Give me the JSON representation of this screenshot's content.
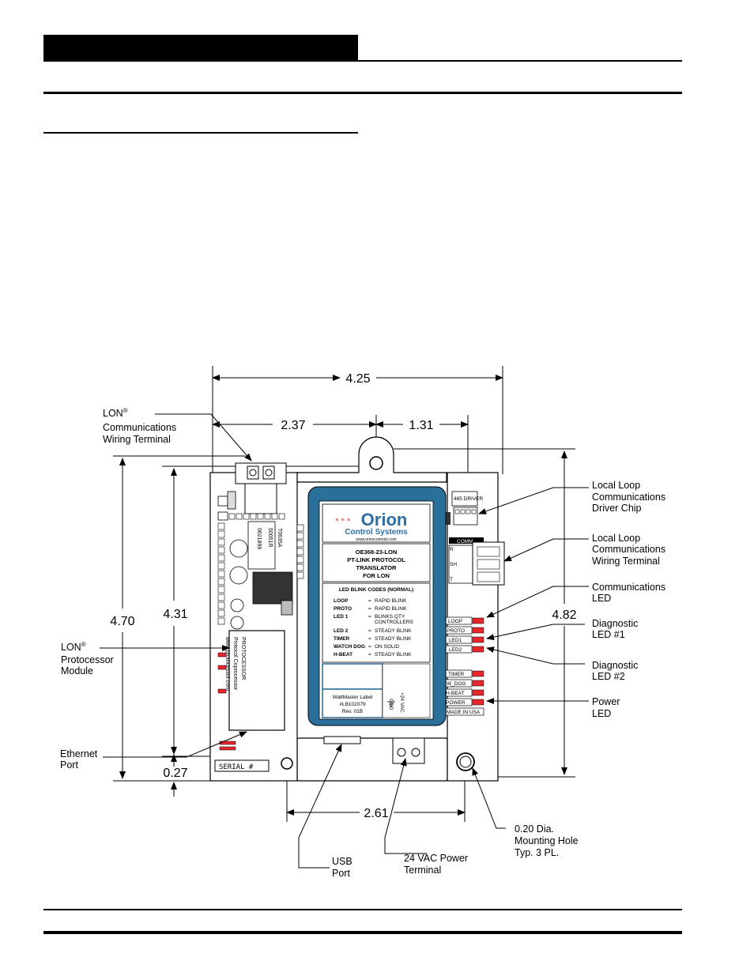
{
  "dimensions": {
    "overall_width": "4.25",
    "to_top_hole": "2.37",
    "hole_offset": "1.31",
    "total_height": "4.70",
    "board_height": "4.31",
    "right_height": "4.82",
    "bottom_offset": "0.27",
    "hole_spacing": "2.61"
  },
  "callouts": {
    "lon_terminal": {
      "l1": "LON",
      "sup": "®",
      "l2": "Communications",
      "l3": "Wiring Terminal"
    },
    "lon_module": {
      "l1": "LON",
      "sup": "®",
      "l2": "Protocessor",
      "l3": "Module"
    },
    "ethernet": {
      "l1": "Ethernet",
      "l2": "Port"
    },
    "usb": {
      "l1": "USB",
      "l2": "Port"
    },
    "vac_terminal": {
      "l1": "24 VAC Power",
      "l2": "Terminal"
    },
    "mounting_hole": {
      "l1": "0.20 Dia.",
      "l2": "Mounting Hole",
      "l3": "Typ. 3 PL."
    },
    "local_loop_driver": {
      "l1": "Local Loop",
      "l2": "Communications",
      "l3": "Driver Chip"
    },
    "local_loop_terminal": {
      "l1": "Local Loop",
      "l2": "Communications",
      "l3": "Wiring Terminal"
    },
    "comm_led": {
      "l1": "Communications",
      "l2": "LED"
    },
    "diag_led1": {
      "l1": "Diagnostic",
      "l2": "LED #1"
    },
    "diag_led2": {
      "l1": "Diagnostic",
      "l2": "LED #2"
    },
    "power_led": {
      "l1": "Power",
      "l2": "LED"
    }
  },
  "board": {
    "serial_label": "SERIAL  #",
    "driver_label": "485 DRIVER",
    "comm_label": "COMM",
    "terminal_pins": [
      "R",
      "SH",
      "T"
    ],
    "led_labels": [
      "LOOP",
      "PROTO",
      "LED1",
      "LED2"
    ],
    "status_labels": [
      "TIMER",
      "W_DOG",
      "H-BEAT",
      "POWER"
    ],
    "made_in": "MADE IN USA",
    "chip_text_1": "0621899",
    "chip_text_2": "50051R",
    "chip_text_3": "T0635A",
    "module_text_1": "PROTOCESSOR",
    "module_text_2": "Protocol Coprocessor",
    "module_text_3": "www.protocessor.com"
  },
  "label": {
    "brand": "Orion",
    "brand_sub": "Control Systems",
    "website": "www.orioncontrols.com",
    "model_1": "OE368-23-LON",
    "model_2": "PT-LINK PROTOCOL",
    "model_3": "TRANSLATOR",
    "model_4": "FOR LON",
    "blink_heading": "LED BLINK CODES (NORMAL)",
    "blink_codes": [
      {
        "name": "LOOP",
        "eq": "=",
        "code": "RAPID BLINK",
        "code2": ""
      },
      {
        "name": "PROTO",
        "eq": "=",
        "code": "RAPID BLINK",
        "code2": ""
      },
      {
        "name": "LED 1",
        "eq": "=",
        "code": "BLINKS QTY",
        "code2": "CONTROLLERS"
      },
      {
        "name": "LED 2",
        "eq": "=",
        "code": "STEADY BLINK",
        "code2": ""
      },
      {
        "name": "TIMER",
        "eq": "=",
        "code": "STEADY BLINK",
        "code2": ""
      },
      {
        "name": "WATCH DOG",
        "eq": "=",
        "code": "ON SOLID",
        "code2": ""
      },
      {
        "name": "H-BEAT",
        "eq": "=",
        "code": "STEADY BLINK",
        "code2": ""
      }
    ],
    "wattmaster_1": "WattMaster Label",
    "wattmaster_2": "#LB102079",
    "wattmaster_3": "Rev. 01B",
    "gnd": "GND",
    "vac": "+24 VAC"
  },
  "colors": {
    "label_border": "#2a6f99",
    "label_blue": "#2f6ea3",
    "led_red": "#e8262b"
  }
}
